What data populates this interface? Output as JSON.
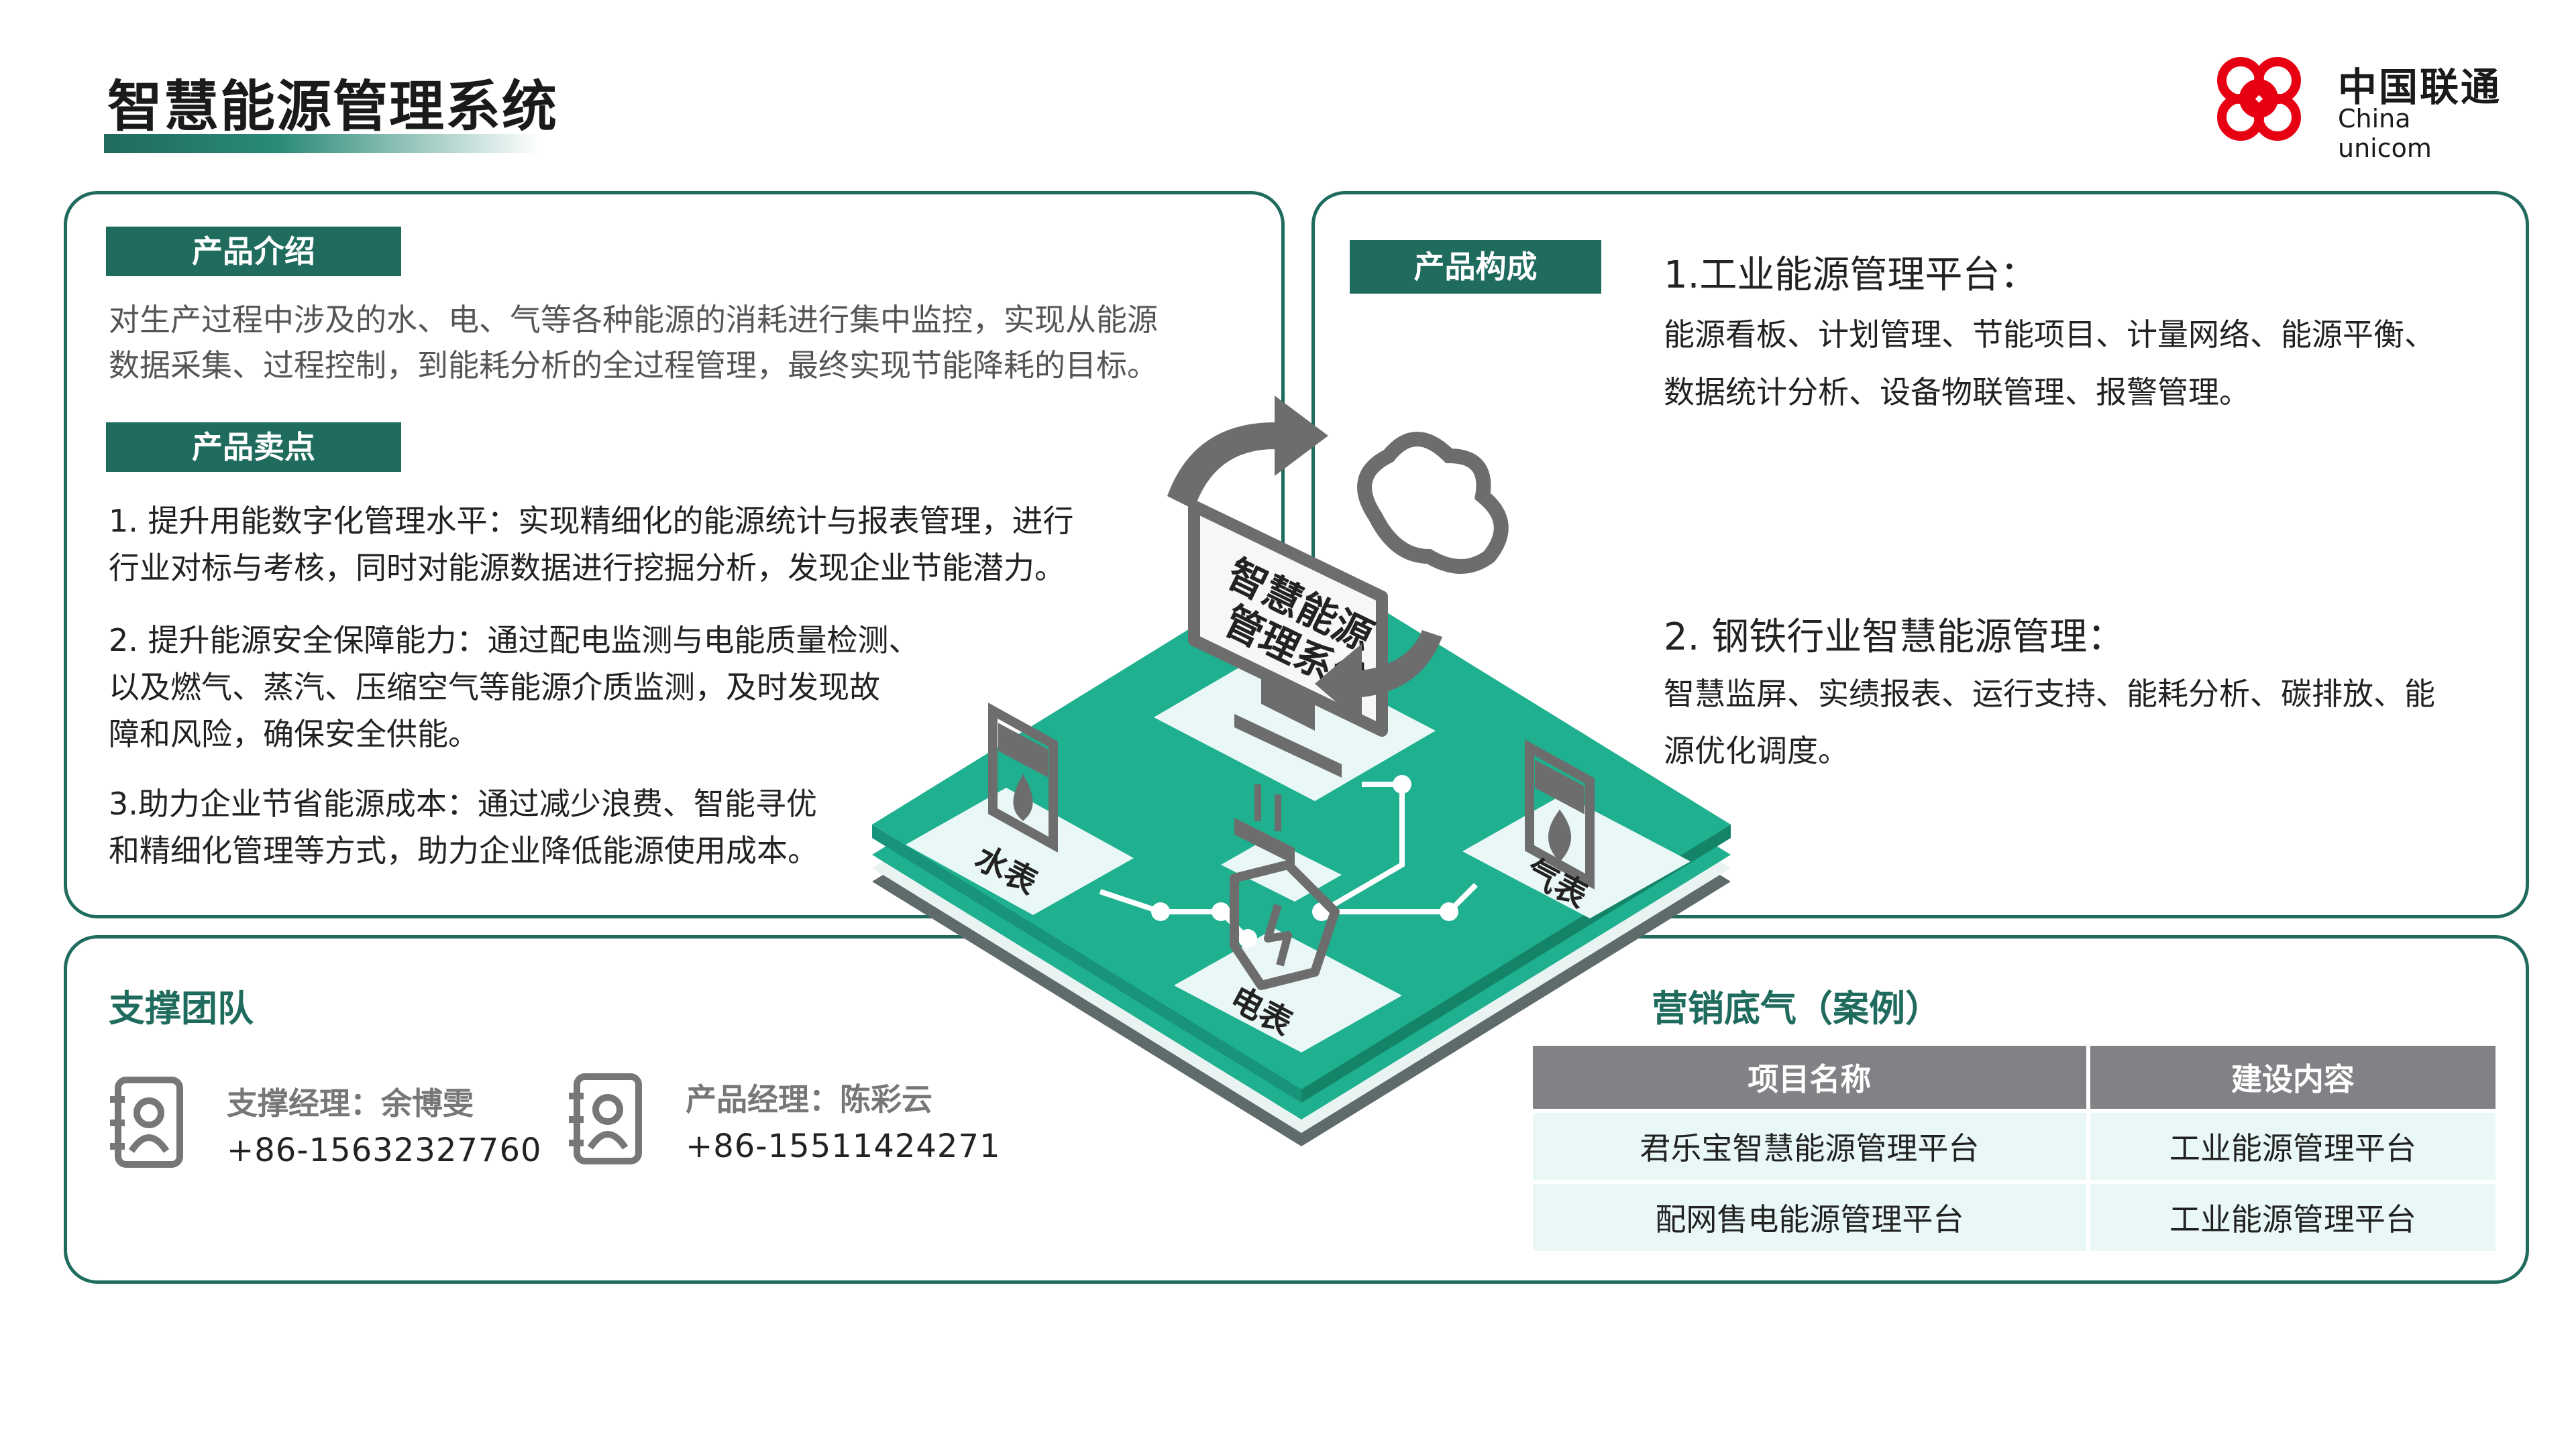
{
  "header": {
    "title": "智慧能源管理系统"
  },
  "logo": {
    "cn": "中国联通",
    "en": "China unicom"
  },
  "intro": {
    "tag": "产品介绍",
    "lines": [
      "对生产过程中涉及的水、电、气等各种能源的消耗进行集中监控，实现从能源",
      "数据采集、过程控制，到能耗分析的全过程管理，最终实现节能降耗的目标。"
    ]
  },
  "selling": {
    "tag": "产品卖点",
    "p1": [
      "1. 提升用能数字化管理水平：实现精细化的能源统计与报表管理，进行",
      "行业对标与考核，同时对能源数据进行挖掘分析，发现企业节能潜力。"
    ],
    "p2": [
      "2. 提升能源安全保障能力：通过配电监测与电能质量检测、",
      "以及燃气、蒸汽、压缩空气等能源介质监测，及时发现故",
      "障和风险，确保安全供能。"
    ],
    "p3": [
      "3.助力企业节省能源成本：通过减少浪费、智能寻优",
      "和精细化管理等方式，助力企业降低能源使用成本。"
    ]
  },
  "composition": {
    "tag": "产品构成",
    "item1_title": "1.工业能源管理平台：",
    "item1_lines": [
      "能源看板、计划管理、节能项目、计量网络、能源平衡、",
      "数据统计分析、设备物联管理、报警管理。"
    ],
    "item2_title": "2. 钢铁行业智慧能源管理：",
    "item2_lines": [
      "智慧监屏、实绩报表、运行支持、能耗分析、碳排放、能",
      "源优化调度。"
    ]
  },
  "illustration": {
    "screen_text": [
      "智慧能源",
      "管理系统"
    ],
    "water": "水表",
    "gas": "气表",
    "electric": "电表"
  },
  "team": {
    "title": "支撑团队",
    "contacts": [
      {
        "role": "支撑经理：余博雯",
        "phone": "+86-15632327760"
      },
      {
        "role": "产品经理：陈彩云",
        "phone": "+86-15511424271"
      }
    ]
  },
  "cases": {
    "title": "营销底气（案例）",
    "headers": [
      "项目名称",
      "建设内容"
    ],
    "rows": [
      [
        "君乐宝智慧能源管理平台",
        "工业能源管理平台"
      ],
      [
        "配网售电能源管理平台",
        "工业能源管理平台"
      ]
    ]
  },
  "colors": {
    "primary": "#1f6b5e",
    "accent": "#1fb08f",
    "brand_red": "#e60012",
    "table_header": "#808285",
    "table_row": "#e9f8f7"
  }
}
